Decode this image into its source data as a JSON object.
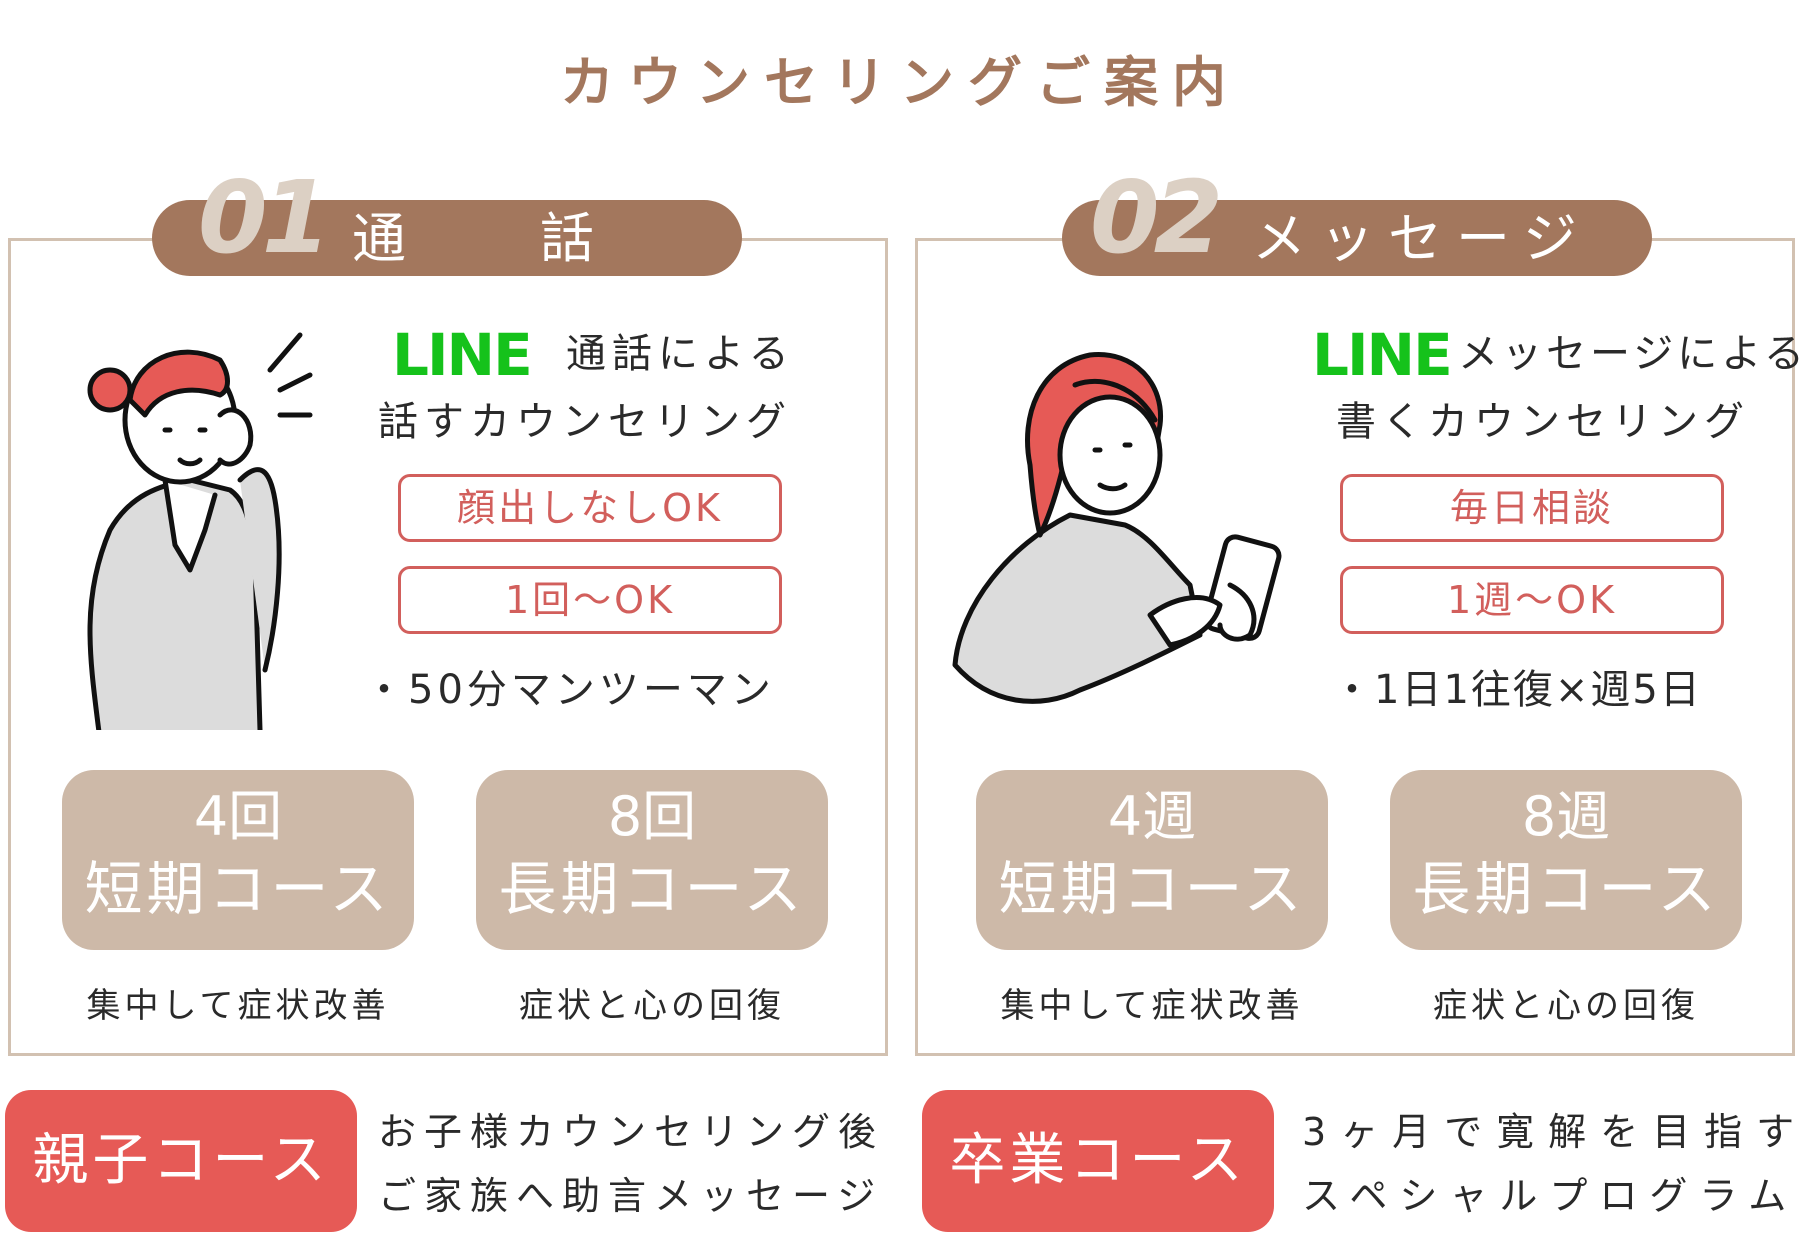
{
  "title": "カウンセリングご案内",
  "left": {
    "number": "01",
    "label": "通　話",
    "line_logo": "LINE",
    "head1": "通話による",
    "head2": "話すカウンセリング",
    "tags": [
      "顔出しなしOK",
      "1回〜OK"
    ],
    "bullet": "・50分マンツーマン",
    "courses": [
      {
        "line1": "4回",
        "line2": "短期コース",
        "sub": "集中して症状改善"
      },
      {
        "line1": "8回",
        "line2": "長期コース",
        "sub": "症状と心の回復"
      }
    ],
    "extra_button": "親子コース",
    "extra_desc": [
      "お子様カウンセリング後",
      "ご家族へ助言メッセージ"
    ]
  },
  "right": {
    "number": "02",
    "label": "メッセージ",
    "line_logo": "LINE",
    "head1": "メッセージによる",
    "head2": "書くカウンセリング",
    "tags": [
      "毎日相談",
      "1週〜OK"
    ],
    "bullet": "・1日1往復×週5日",
    "courses": [
      {
        "line1": "4週",
        "line2": "短期コース",
        "sub": "集中して症状改善"
      },
      {
        "line1": "8週",
        "line2": "長期コース",
        "sub": "症状と心の回復"
      }
    ],
    "extra_button": "卒業コース",
    "extra_desc": [
      "3ヶ月で寛解を目指す",
      "スペシャルプログラム"
    ]
  },
  "colors": {
    "brown": "#a3775d",
    "beige": "#cdb9a8",
    "red": "#e65a56",
    "line_green": "#15c21b",
    "border": "#d2c1b1"
  },
  "icons": {
    "left_illustration": "woman-phone-call-icon",
    "right_illustration": "woman-smartphone-message-icon"
  }
}
